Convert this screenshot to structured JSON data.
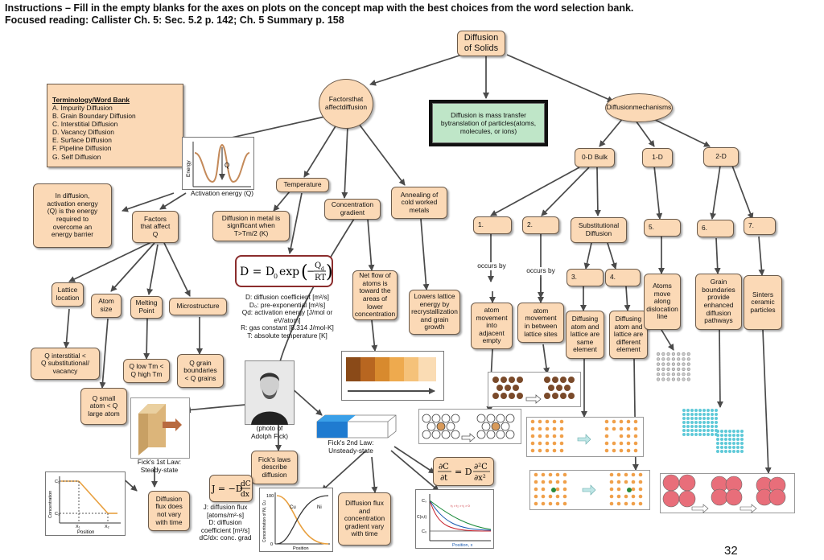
{
  "header": {
    "line1": "Instructions – Fill in the empty blanks for the axes on plots on the concept map with the best choices from the word selection bank.",
    "line2": "Focused reading: Callister Ch. 5: Sec. 5.2  p. 142; Ch. 5 Summary p. 158"
  },
  "word_bank": {
    "title": "Terminology/Word Bank",
    "items": [
      "A. Impurity Diffusion",
      "B. Grain Boundary Diffusion",
      "C. Interstitial Diffusion",
      "D. Vacancy Diffusion",
      "E. Surface Diffusion",
      "F. Pipeline Diffusion",
      "G. Self Diffusion"
    ]
  },
  "nodes": {
    "root": [
      "Diffusion",
      "of Solids"
    ],
    "factors": [
      "Factors",
      "that affect",
      "diffusion"
    ],
    "definition": [
      "Diffusion is mass transfer by",
      "translation of particles",
      "(atoms, molecules, or ions)"
    ],
    "mechanisms": [
      "Diffusion",
      "mechanisms"
    ],
    "bulk": [
      "0-D Bulk"
    ],
    "one_d": [
      "1-D"
    ],
    "two_d": [
      "2-D"
    ],
    "temperature": [
      "Temperature"
    ],
    "conc_gradient": [
      "Concentration",
      "gradient"
    ],
    "annealing": [
      "Annealing of",
      "cold worked",
      "metals"
    ],
    "activation_def": [
      "In diffusion,",
      "activation energy",
      "(Q) is the energy",
      "required to",
      "overcome an",
      "energy barrier"
    ],
    "factors_q": [
      "Factors",
      "that affect",
      "Q"
    ],
    "temp_note": [
      "Diffusion in metal is",
      "significant when",
      "T>Tm/2 (K)"
    ],
    "lattice": [
      "Lattice",
      "location"
    ],
    "atom_size": [
      "Atom",
      "size"
    ],
    "melting": [
      "Melting",
      "Point"
    ],
    "microstructure": [
      "Microstructure"
    ],
    "q_interstitial": [
      "Q interstitial <",
      "Q substitutional/",
      "vacancy"
    ],
    "q_small": [
      "Q small",
      "atom < Q",
      "large atom"
    ],
    "q_low_tm": [
      "Q low Tm <",
      "Q high Tm"
    ],
    "q_grain": [
      "Q grain",
      "boundaries",
      "< Q grains"
    ],
    "net_flow": [
      "Net flow of",
      "atoms is",
      "toward the",
      "areas of lower",
      "concentration"
    ],
    "lowers_lattice": [
      "Lowers lattice",
      "energy by",
      "recrystallization",
      "and grain",
      "growth"
    ],
    "blank1": [
      "1."
    ],
    "blank2": [
      "2."
    ],
    "substitutional": [
      "Substitutional",
      "Diffusion"
    ],
    "blank3": [
      "3."
    ],
    "blank4": [
      "4."
    ],
    "blank5": [
      "5."
    ],
    "blank6": [
      "6."
    ],
    "blank7": [
      "7."
    ],
    "occurs1": [
      "occurs by"
    ],
    "occurs2": [
      "occurs by"
    ],
    "atom_adjacent": [
      "atom",
      "movement",
      "into",
      "adjacent",
      "empty"
    ],
    "atom_lattice": [
      "atom",
      "movement",
      "in between",
      "lattice sites"
    ],
    "diff_same": [
      "Diffusing",
      "atom and",
      "lattice are",
      "same",
      "element"
    ],
    "diff_different": [
      "Diffusing",
      "atom and",
      "lattice are",
      "different",
      "element"
    ],
    "atoms_dislocation": [
      "Atoms",
      "move along",
      "dislocation",
      "line"
    ],
    "grain_boundaries": [
      "Grain",
      "boundaries",
      "provide",
      "enhanced",
      "diffusion",
      "pathways"
    ],
    "sinters": [
      "Sinters",
      "ceramic",
      "particles"
    ],
    "fick1_label": [
      "Fick's 1st Law:",
      "Steady-state"
    ],
    "fick2_label": [
      "Fick's 2nd Law:",
      "Unsteady-state"
    ],
    "photo_caption": [
      "(photo of",
      "Adolph Fick)"
    ],
    "ficks_laws": [
      "Fick's laws",
      "describe",
      "diffusion"
    ],
    "flux_not_vary": [
      "Diffusion",
      "flux does",
      "not vary",
      "with time"
    ],
    "flux_vary": [
      "Diffusion flux",
      "and",
      "concentration",
      "gradient vary",
      "with time"
    ],
    "activation_axis": [
      "Activation energy (Q)"
    ]
  },
  "equations": {
    "arrhenius": "D = D₀exp(−Qd/RT)",
    "fick1": "J = −D dC/dx",
    "fick2": "∂C/∂t = D ∂²C/∂x²"
  },
  "legends": {
    "arrhenius": [
      "D: diffusion coefficient [m²/s]",
      "D₀: pre-exponential [m²/s]",
      "Qd: activation energy [J/mol or",
      "eV/atom]",
      "R: gas constant [8.314 J/mol-K]",
      "T: absolute temperature [K]"
    ],
    "fick1": [
      "J: diffusion flux",
      "[atoms/m²-s]",
      "D: diffusion",
      "coefficient [m²/s]",
      "dC/dx: conc. grad"
    ]
  },
  "plot_labels": {
    "energy_y": "Energy",
    "energy_q": "Q",
    "fick1_y": "Concentration",
    "fick1_x": "Position",
    "fick1_c1": "C₁",
    "fick1_c2": "C₂",
    "fick1_x1": "X₁",
    "fick1_x2": "X₂",
    "profile_y": "Concentration of Ni, Cu",
    "profile_x": "Position",
    "profile_cu": "Cu",
    "profile_ni": "Ni",
    "profile_100": "100",
    "profile_0": "0",
    "unsteady_y": "C(x,t)",
    "unsteady_x": "Position, x",
    "unsteady_cs": "Cₛ",
    "unsteady_c0": "C₀",
    "unsteady_t": "t₃ > t₂ > t₁ > 0"
  },
  "page_number": "32"
}
